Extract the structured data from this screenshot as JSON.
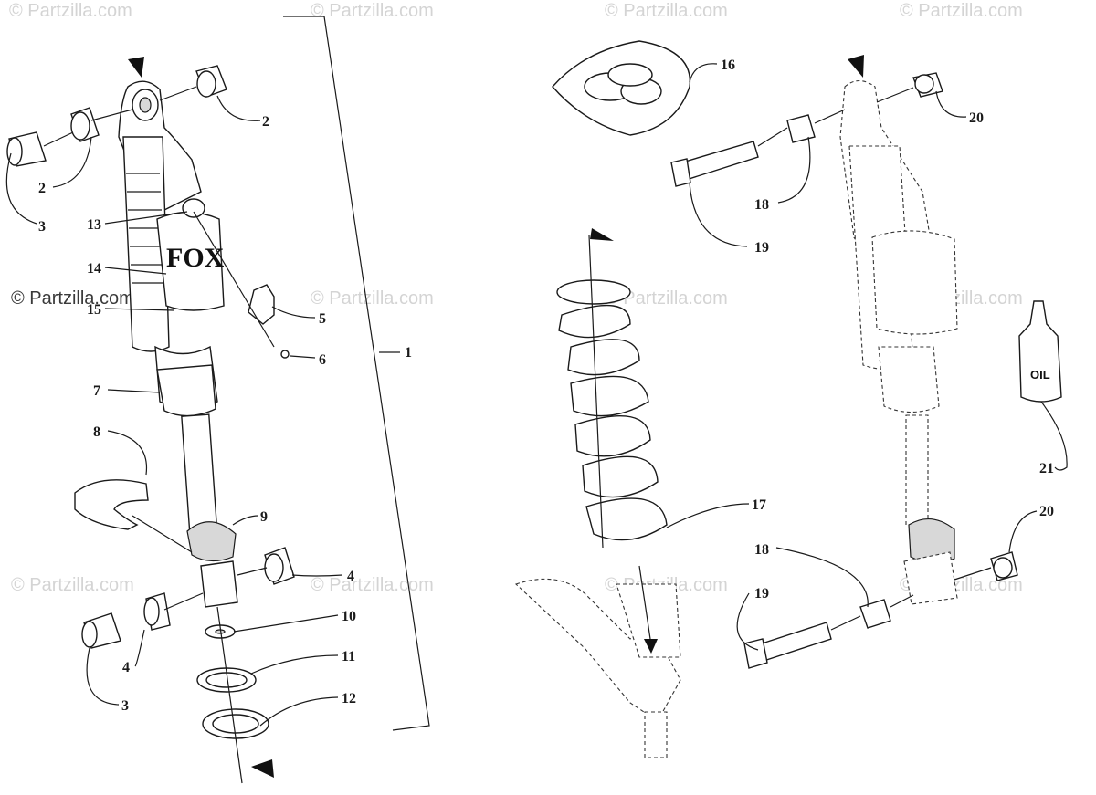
{
  "watermark": {
    "text": "© Partzilla.com"
  },
  "shock_label": "FOX",
  "bottle_label": "OIL",
  "callouts": {
    "c1": "1",
    "c2a": "2",
    "c2b": "2",
    "c3a": "3",
    "c3b": "3",
    "c4a": "4",
    "c4b": "4",
    "c5": "5",
    "c6": "6",
    "c7": "7",
    "c8": "8",
    "c9": "9",
    "c10": "10",
    "c11": "11",
    "c12": "12",
    "c13": "13",
    "c14": "14",
    "c15": "15",
    "c16": "16",
    "c17": "17",
    "c18a": "18",
    "c18b": "18",
    "c19a": "19",
    "c19b": "19",
    "c20a": "20",
    "c20b": "20",
    "c21": "21"
  }
}
